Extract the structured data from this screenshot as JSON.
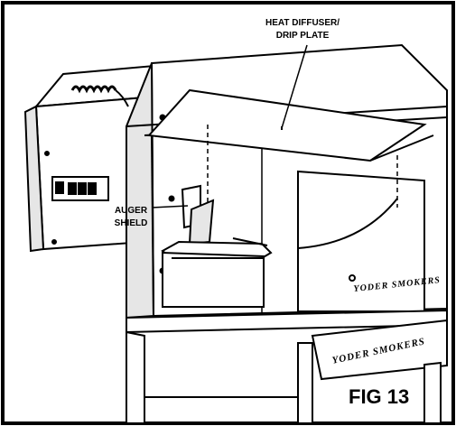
{
  "labels": {
    "heat_diffuser_line1": "HEAT DIFFUSER/",
    "heat_diffuser_line2": "DRIP PLATE",
    "auger_shield_line1": "AUGER",
    "auger_shield_line2": "SHIELD",
    "figure_number": "FIG 13"
  },
  "branding": {
    "front_rail": "YODER SMOKERS",
    "side_panel": "YODER SMOKERS"
  },
  "colors": {
    "ink": "#000000",
    "paper": "#ffffff",
    "shade": "#e6e6e6"
  },
  "icons": {
    "element_coil": "heating-coil-icon"
  }
}
